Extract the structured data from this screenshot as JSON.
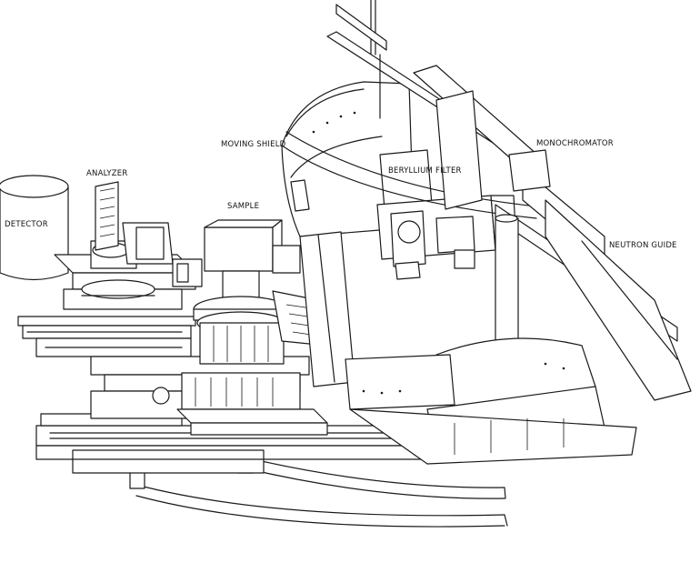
{
  "labels": {
    "detector": "DETECTOR",
    "analyzer": "ANALYZER",
    "sample": "SAMPLE",
    "moving_shield": "MOVING SHIELD",
    "beryllium_filter": "BERYLLIUM FILTER",
    "monochromator": "MONOCHROMATOR",
    "neutron_guide": "NEUTRON GUIDE"
  },
  "colors": {
    "line": "#1a1a1a",
    "paper": "#ffffff"
  }
}
